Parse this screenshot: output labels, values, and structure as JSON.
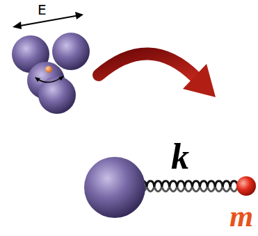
{
  "diagram": {
    "labels": [
      "E",
      "k",
      "m"
    ]
  }
}
